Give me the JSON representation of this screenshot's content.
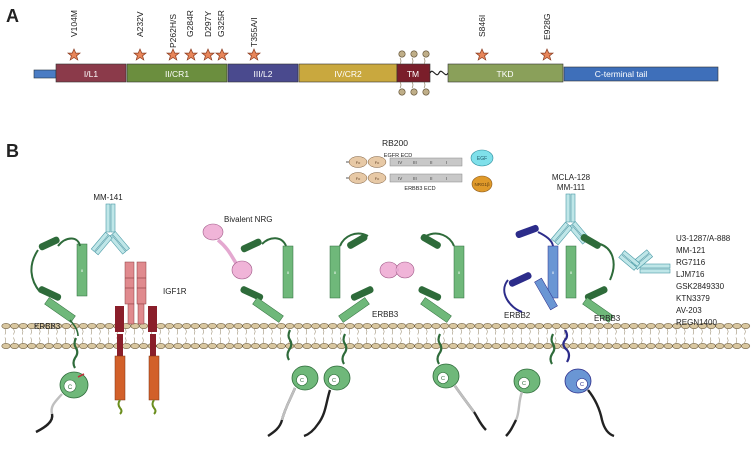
{
  "panel_a": {
    "label": "A",
    "mutations": [
      "V104M",
      "A232V",
      "P262H/S",
      "G284R",
      "D297Y",
      "G325R",
      "T355A/I",
      "S846I",
      "E928G"
    ],
    "domains": [
      {
        "name": "",
        "color": "#4a7cc4"
      },
      {
        "name": "I/L1",
        "color": "#8b3a4a"
      },
      {
        "name": "II/CR1",
        "color": "#6b8e3e"
      },
      {
        "name": "III/L2",
        "color": "#4a4a8e"
      },
      {
        "name": "IV/CR2",
        "color": "#c9a83e"
      },
      {
        "name": "TM",
        "color": "#7a1e2a"
      },
      {
        "name": "TKD",
        "color": "#8aa05a"
      },
      {
        "name": "C-terminal tail",
        "color": "#3e6fba"
      }
    ],
    "star_color": "#e8865a"
  },
  "panel_b": {
    "label": "B",
    "rb200": {
      "title": "RB200",
      "egfr_ecd": "EGFR ECD",
      "erbb3_ecd": "ERBB3 ECD",
      "egf": "EGF",
      "nrg": "NRG1β",
      "fc": "Fc",
      "roman": [
        "IV",
        "III",
        "II",
        "I"
      ]
    },
    "antibodies": {
      "mm141": "MM-141",
      "mcla": "MCLA-128",
      "mm111": "MM-111"
    },
    "bivalent": "Bivalent NRG",
    "receptor_labels": {
      "erbb3_left": "ERBB3",
      "igf1r": "IGF1R",
      "erbb3_mid": "ERBB3",
      "erbb2": "ERBB2",
      "erbb3_right": "ERBB3"
    },
    "domain_roman": {
      "i": "I",
      "ii": "II",
      "iii": "III",
      "iv": "IV"
    },
    "kinase_label": "C",
    "drug_list": [
      "U3-1287/A-888",
      "MM-121",
      "RG7116",
      "LJM716",
      "GSK2849330",
      "KTN3379",
      "AV-203",
      "REGN1400"
    ],
    "colors": {
      "erbb3_dark": "#2e6b3a",
      "erbb3_light": "#6fb87a",
      "erbb2_dark": "#2c2c8a",
      "erbb2_light": "#6a96d4",
      "igf1r_pink": "#e08a8e",
      "igf1r_dark": "#8a1e2a",
      "igf1r_orange": "#d2602a",
      "nrg_pink": "#f0b4d8",
      "ab_cyan": "#bfe6e8",
      "membrane": "#d9c7a0"
    }
  }
}
